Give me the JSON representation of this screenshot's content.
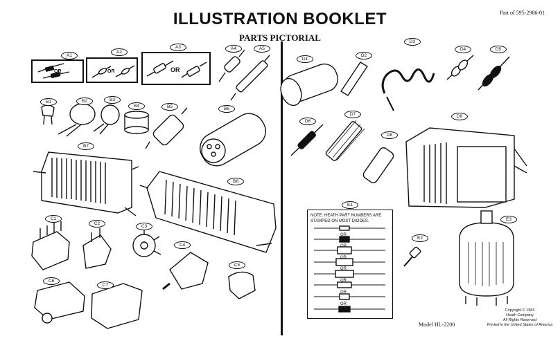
{
  "header": {
    "title": "ILLUSTRATION BOOKLET",
    "subtitle": "PARTS PICTORIAL",
    "part_number": "Part of 595-2986-01"
  },
  "labels": [
    "A1",
    "A2",
    "A3",
    "A4",
    "A5",
    "B1",
    "B2",
    "B3",
    "B4",
    "B5",
    "B6",
    "B7",
    "B8",
    "C1",
    "C2",
    "C3",
    "C4",
    "C5",
    "C6",
    "C7",
    "D1",
    "D2",
    "D3",
    "D4",
    "D5",
    "D6",
    "D7",
    "D8",
    "D9",
    "E1",
    "E2",
    "E3"
  ],
  "or_text": "OR",
  "note": {
    "text": "NOTE:  HEATH PART NUMBERS ARE STAMPED ON MOST DIODES.",
    "or_label": "OR"
  },
  "footer": {
    "copyright": [
      "Copyright © 1983",
      "Heath Company",
      "All Rights Reserved",
      "Printed in the United States of America"
    ],
    "model": "Model HL-2200"
  }
}
